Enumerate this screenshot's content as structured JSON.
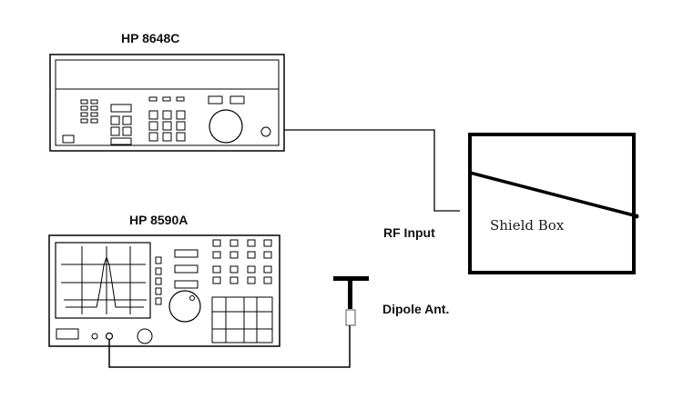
{
  "diagram": {
    "title": "RF measurement setup",
    "nodes": [
      {
        "id": "sig_gen",
        "label": "HP 8648C",
        "type": "signal-generator"
      },
      {
        "id": "spec_an",
        "label": "HP 8590A",
        "type": "spectrum-analyzer"
      },
      {
        "id": "shield_box",
        "label": "Shield Box",
        "type": "enclosure"
      },
      {
        "id": "antenna",
        "label": "Dipole Ant.",
        "type": "dipole-antenna"
      }
    ],
    "edges": [
      {
        "from": "sig_gen",
        "to": "shield_box",
        "label": "RF Input"
      },
      {
        "from": "spec_an",
        "to": "antenna",
        "label": ""
      }
    ]
  },
  "labels": {
    "sig_gen": "HP 8648C",
    "spec_an": "HP 8590A",
    "shield_box": "Shield Box",
    "rf_input": "RF Input",
    "antenna": "Dipole Ant."
  },
  "colors": {
    "stroke": "#000000",
    "background": "#ffffff"
  }
}
